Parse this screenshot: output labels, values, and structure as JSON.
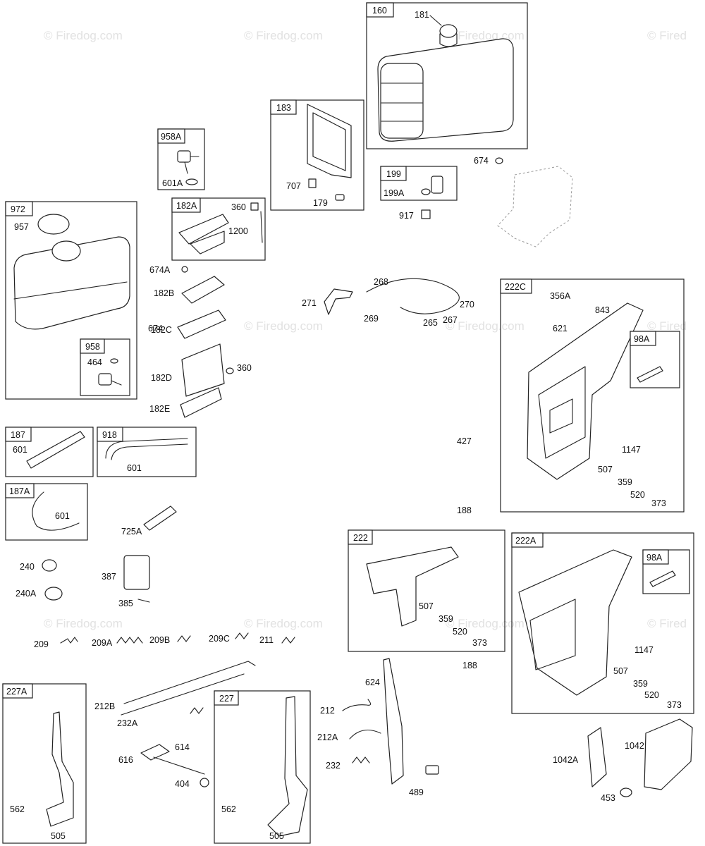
{
  "watermark": "© Firedog.com",
  "watermark_partial": "© Fired",
  "boxes": {
    "b160": "160",
    "b183": "183",
    "b199": "199",
    "b958A": "958A",
    "b182A": "182A",
    "b972": "972",
    "b958": "958",
    "b187": "187",
    "b918": "918",
    "b187A": "187A",
    "b222C": "222C",
    "b98A_top": "98A",
    "b222": "222",
    "b222A": "222A",
    "b98A_bottom": "98A",
    "b227A": "227A",
    "b227": "227"
  },
  "labels": {
    "l181": "181",
    "l707": "707",
    "l179": "179",
    "l199A": "199A",
    "l917": "917",
    "l674_top": "674",
    "l601A": "601A",
    "l360_a": "360",
    "l1200": "1200",
    "l674A": "674A",
    "l182B": "182B",
    "l182C": "182C",
    "l674_mid": "674",
    "l182D": "182D",
    "l360_b": "360",
    "l182E": "182E",
    "l957": "957",
    "l464": "464",
    "l601_187": "601",
    "l601_918": "601",
    "l601_187A": "601",
    "l271": "271",
    "l268": "268",
    "l269": "269",
    "l265": "265",
    "l270": "270",
    "l267": "267",
    "l356A": "356A",
    "l843": "843",
    "l621": "621",
    "l427": "427",
    "l1147_a": "1147",
    "l507_a": "507",
    "l359_a": "359",
    "l520_a": "520",
    "l373_a": "373",
    "l188_a": "188",
    "l725A": "725A",
    "l240": "240",
    "l240A": "240A",
    "l387": "387",
    "l385": "385",
    "l507_b": "507",
    "l359_b": "359",
    "l520_b": "520",
    "l373_b": "373",
    "l209": "209",
    "l209A": "209A",
    "l209B": "209B",
    "l209C": "209C",
    "l211": "211",
    "l188_b": "188",
    "l1147_b": "1147",
    "l507_c": "507",
    "l359_c": "359",
    "l520_c": "520",
    "l373_c": "373",
    "l212B": "212B",
    "l232A": "232A",
    "l624": "624",
    "l212": "212",
    "l212A": "212A",
    "l232": "232",
    "l489": "489",
    "l614": "614",
    "l616": "616",
    "l404": "404",
    "l562_a": "562",
    "l505_a": "505",
    "l562_b": "562",
    "l505_b": "505",
    "l1042": "1042",
    "l1042A": "1042A",
    "l453": "453"
  }
}
